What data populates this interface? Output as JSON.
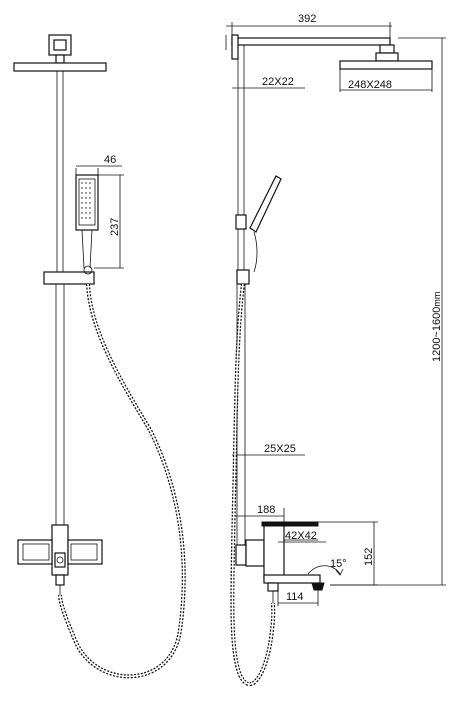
{
  "dimensions": {
    "arm_length": "392",
    "pipe_upper": "22X22",
    "head_size": "248X248",
    "handset_width": "46",
    "handset_height": "237",
    "total_height": "1200~1600",
    "total_height_unit": "mm",
    "pipe_lower": "25X25",
    "valve_offset": "188",
    "valve_body": "42X42",
    "valve_height": "152",
    "spout_angle": "15°",
    "spout_length": "114"
  }
}
